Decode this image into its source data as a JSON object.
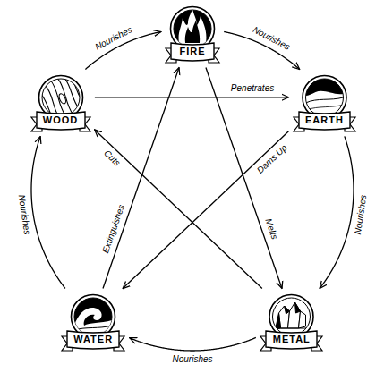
{
  "diagram": {
    "nodes": [
      {
        "text": [
          "FIRE"
        ]
      },
      {
        "text": [
          "WOOD"
        ]
      },
      {
        "text": [
          "EARTH"
        ]
      },
      {
        "text": [
          "WATER"
        ]
      },
      {
        "text": [
          "METAL"
        ]
      }
    ],
    "edges": [
      {
        "from": 1,
        "to": 0,
        "label": "Nourishes",
        "arrow": "to"
      },
      {
        "from": 0,
        "to": 2,
        "label": "Nourishes",
        "arrow": "to"
      },
      {
        "from": 2,
        "to": 4,
        "label": "Nourishes",
        "arrow": "to"
      },
      {
        "from": 4,
        "to": 3,
        "label": "Nourishes",
        "arrow": "to"
      },
      {
        "from": 3,
        "to": 1,
        "label": "Nourishes",
        "arrow": "to"
      },
      {
        "from": 1,
        "to": 2,
        "label": "Penetrates",
        "arrow": "to"
      },
      {
        "from": 0,
        "to": 4,
        "label": "Melts",
        "arrow": "to"
      },
      {
        "from": 2,
        "to": 3,
        "label": "Dams Up",
        "arrow": "to"
      },
      {
        "from": 4,
        "to": 1,
        "label": "Cuts",
        "arrow": "to"
      },
      {
        "from": 3,
        "to": 0,
        "label": "Extinguishes",
        "arrow": "to"
      }
    ]
  }
}
